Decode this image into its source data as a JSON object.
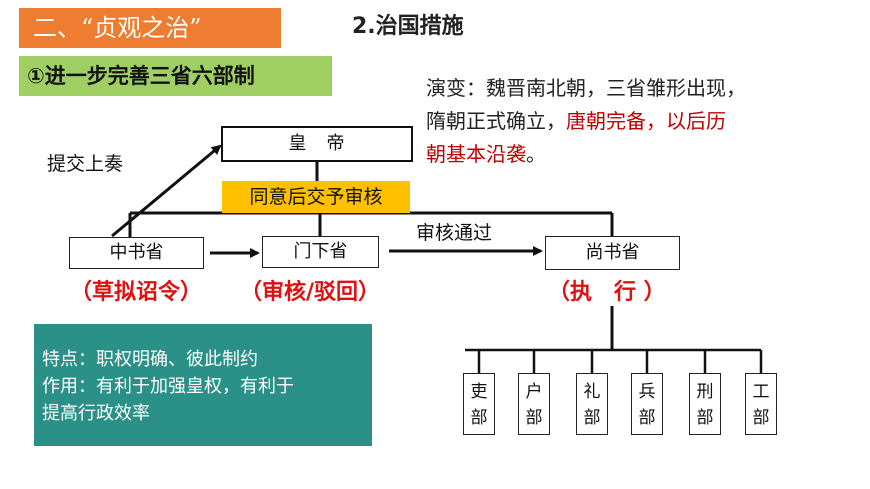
{
  "header": {
    "title": "二、“贞观之治”",
    "subtitle": "2.治国措施",
    "section": "①进一步完善三省六部制"
  },
  "evolution": {
    "line1": "演变：魏晋南北朝，三省雏形出现，",
    "line2_black": "隋朝正式确立，",
    "line2_red": "唐朝完备，以后历",
    "line3_red": "朝基本沿袭",
    "line3_black": "。"
  },
  "diagram": {
    "emperor": "皇　帝",
    "approve_label": "同意后交予审核",
    "submit_label": "提交上奏",
    "pass_label": "审核通过",
    "zhongshu": {
      "name": "中书省",
      "role": "（草拟诏令）"
    },
    "menxia": {
      "name": "门下省",
      "role": "（审核/驳回）"
    },
    "shangshu": {
      "name": "尚书省",
      "role": "（执　行 ）"
    },
    "departments": [
      {
        "char1": "吏",
        "char2": "部"
      },
      {
        "char1": "户",
        "char2": "部"
      },
      {
        "char1": "礼",
        "char2": "部"
      },
      {
        "char1": "兵",
        "char2": "部"
      },
      {
        "char1": "刑",
        "char2": "部"
      },
      {
        "char1": "工",
        "char2": "部"
      }
    ]
  },
  "features": {
    "line1": "特点：职权明确、彼此制约",
    "line2": "作用：有利于加强皇权，有利于",
    "line3": "提高行政效率"
  }
}
